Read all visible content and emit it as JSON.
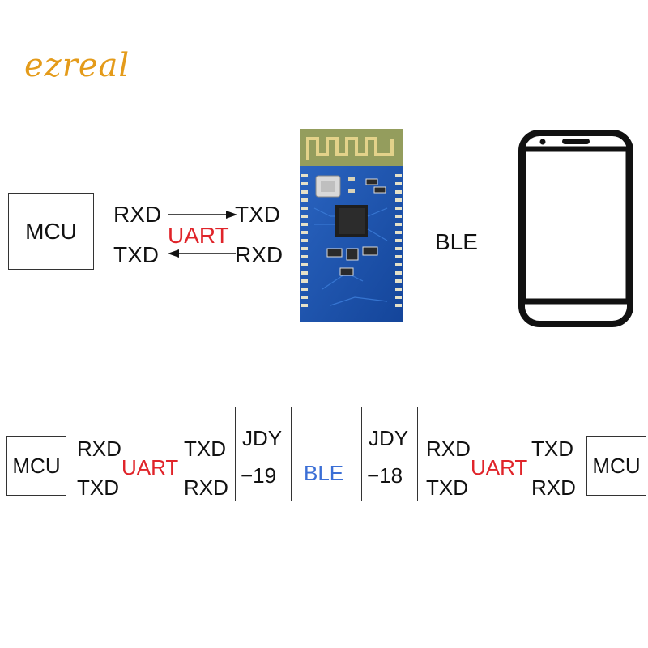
{
  "watermark": "ezreal",
  "top": {
    "mcu": "MCU",
    "rxd_left": "RXD",
    "txd_right": "TXD",
    "uart": "UART",
    "txd_left": "TXD",
    "rxd_right": "RXD",
    "ble": "BLE"
  },
  "bottom": {
    "left_mcu": "MCU",
    "left_rxd": "RXD",
    "left_txd": "TXD",
    "left_uart": "UART",
    "left_txd2": "TXD",
    "left_rxd2": "RXD",
    "jdy19_line1": "JDY",
    "jdy19_line2": "−19",
    "ble": "BLE",
    "jdy18_line1": "JDY",
    "jdy18_line2": "−18",
    "right_rxd": "RXD",
    "right_txd": "TXD",
    "right_uart": "UART",
    "right_txd2": "TXD",
    "right_rxd2": "RXD",
    "right_mcu": "MCU"
  },
  "colors": {
    "watermark": "#e49b1a",
    "uart": "#e0242a",
    "ble_bottom": "#3b6fd6",
    "pcb": "#1d56b0",
    "antenna": "#c9b46a"
  },
  "icons": [
    "bluetooth-module-icon",
    "smartphone-icon",
    "arrow-right-icon",
    "arrow-left-icon"
  ]
}
